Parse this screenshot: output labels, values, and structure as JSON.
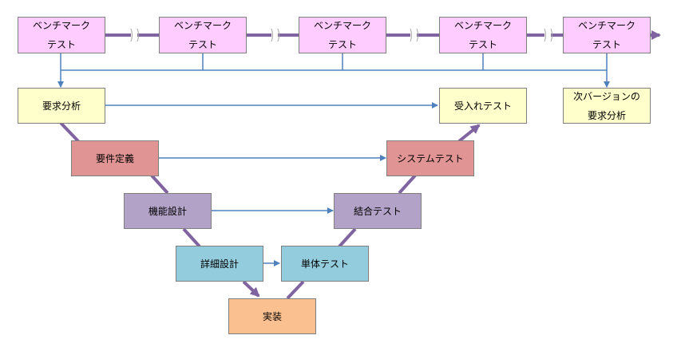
{
  "benchmark": {
    "items": [
      {
        "label": "ベンチマーク\nテスト"
      },
      {
        "label": "ベンチマーク\nテスト"
      },
      {
        "label": "ベンチマーク\nテスト"
      },
      {
        "label": "ベンチマーク\nテスト"
      },
      {
        "label": "ベンチマーク\nテスト"
      }
    ]
  },
  "vmodel": {
    "requirements_analysis": "要求分析",
    "requirements_definition": "要件定義",
    "functional_design": "機能設計",
    "detailed_design": "詳細設計",
    "implementation": "実装",
    "unit_test": "単体テスト",
    "integration_test": "結合テスト",
    "system_test": "システムテスト",
    "acceptance_test": "受入れテスト",
    "next_version_analysis": "次バージョンの\n要求分析"
  },
  "colors": {
    "benchmark": "#ffccff",
    "analysis": "#ffffcc",
    "definition": "#e09494",
    "design": "#b3a2c7",
    "detail": "#93cddd",
    "implementation": "#fac090",
    "v_line": "#8064a2",
    "connector": "#4f81bd"
  }
}
